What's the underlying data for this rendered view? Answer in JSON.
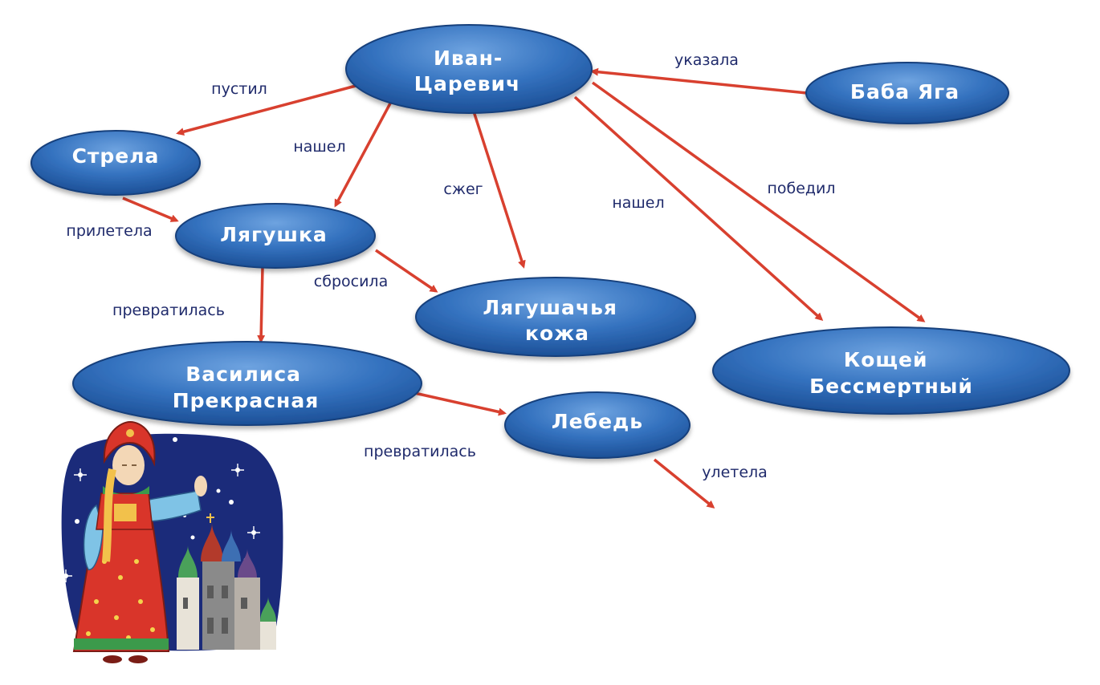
{
  "nodes": {
    "ivan": [
      "Иван-",
      "Царевич"
    ],
    "baba_yaga": [
      "Баба Яга"
    ],
    "strela": [
      "Стрела"
    ],
    "lyagushka": [
      "Лягушка"
    ],
    "kozha": [
      "Лягушачья",
      "кожа"
    ],
    "vasilisa": [
      "Василиса",
      "Прекрасная"
    ],
    "lebed": [
      "Лебедь"
    ],
    "koschei": [
      "Кощей",
      "Бессмертный"
    ]
  },
  "edges": {
    "pustil": "пустил",
    "nashel_1": "нашел",
    "szheg": "сжег",
    "nashel_2": "нашел",
    "pobedil": "победил",
    "ukazala": "указала",
    "priletela": "прилетела",
    "sbrosila": "сбросила",
    "prevratilas_1": "превратилась",
    "prevratilas_2": "превратилась",
    "uletela": "улетела"
  },
  "colors": {
    "node_fill": "#2f68b3",
    "node_fill_light": "#5f95d6",
    "node_fill_dark": "#1c4f96",
    "node_stroke": "#173f7c",
    "arrow": "#d8402f",
    "edge_label": "#1f2a6b"
  },
  "illustration": {
    "subject": "girl-in-kokoshnik-with-church-icon"
  }
}
